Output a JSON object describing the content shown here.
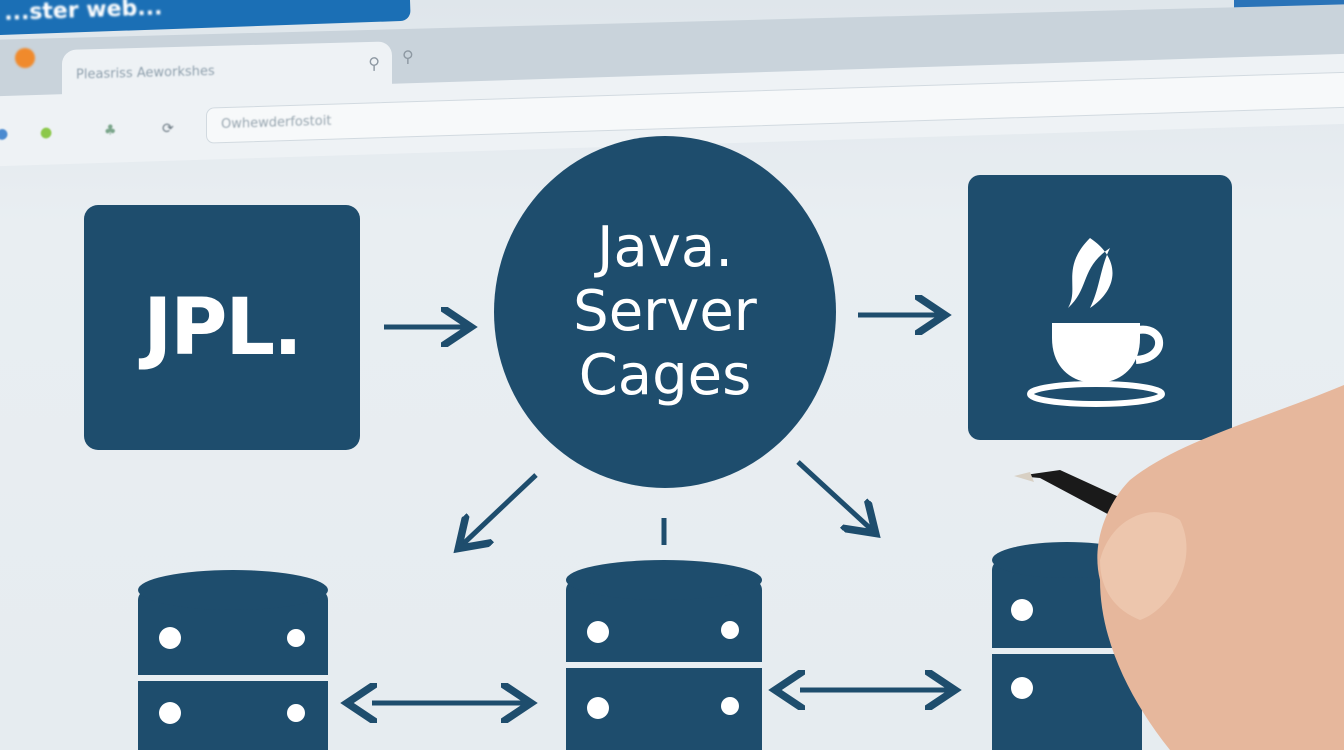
{
  "browser": {
    "header_text": "...ster web...",
    "tab_title": "Pleasriss Aeworkshes",
    "address_text": "Owhewderfostoit",
    "icons": [
      "orange-dot",
      "search-icon",
      "back-icon",
      "green-dot",
      "extension-icon",
      "reload-icon"
    ]
  },
  "diagram": {
    "left_box": "JPL.",
    "center_lines": [
      "Java.",
      "Server",
      "Cages"
    ],
    "right_box_icon": "coffee-cup-icon",
    "databases": 3,
    "colors": {
      "node": "#1e4d6d",
      "background": "#e8eef2",
      "browser_bar": "#1b6fb5"
    }
  }
}
